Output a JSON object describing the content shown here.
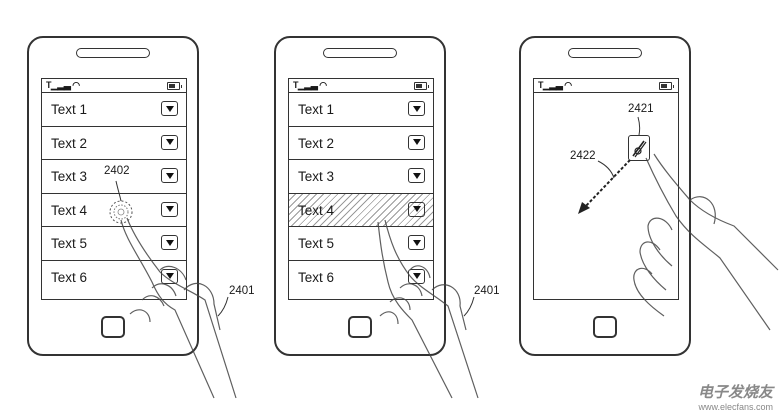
{
  "figure": {
    "panels": [
      {
        "id": "left",
        "rows": [
          "Text 1",
          "Text 2",
          "Text 3",
          "Text 4",
          "Text 5",
          "Text 6"
        ],
        "labels": {
          "touch": "2402",
          "device": "2401"
        }
      },
      {
        "id": "middle",
        "rows": [
          "Text 1",
          "Text 2",
          "Text 3",
          "Text 4",
          "Text 5",
          "Text 6"
        ],
        "highlighted_row": "Text 4",
        "labels": {
          "device": "2401"
        }
      },
      {
        "id": "right",
        "labels": {
          "pen_icon": "2421",
          "drag_path": "2422"
        }
      }
    ],
    "icons": [
      "signal-icon",
      "wifi-icon",
      "battery-icon",
      "dropdown-arrow-icon",
      "pen-icon",
      "hand-icon"
    ],
    "watermark": {
      "brand": "电子发烧友",
      "url": "www.elecfans.com"
    }
  }
}
